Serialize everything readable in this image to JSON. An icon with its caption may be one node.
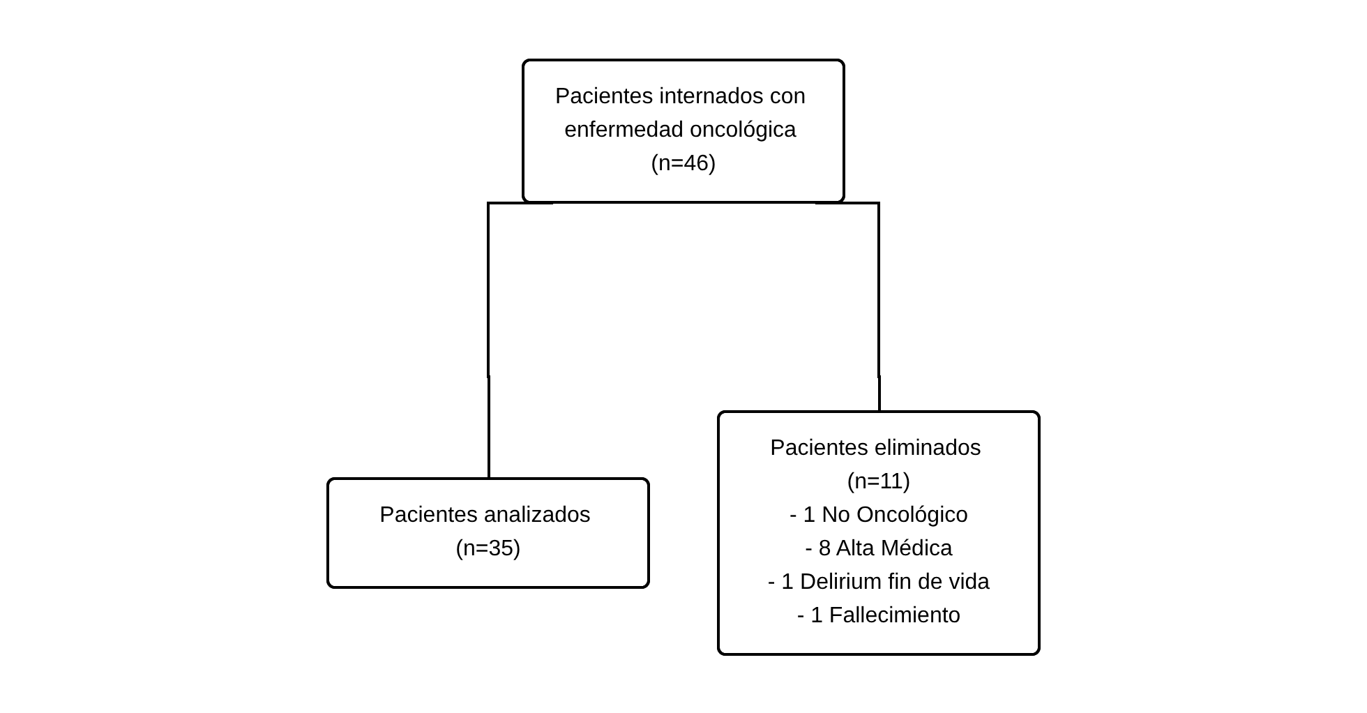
{
  "diagram": {
    "nodes": [
      {
        "text": [
          "Pacientes internados con enfermedad oncológica (n=46)"
        ]
      },
      {
        "text": [
          "Pacientes analizados (n=35)"
        ]
      },
      {
        "text": [
          "Pacientes eliminados (n=11)",
          "- 1 No Oncológico",
          "- 8 Alta Médica",
          "- 1 Delirium fin de vida",
          "- 1 Fallecimiento"
        ]
      }
    ],
    "edges": [
      {
        "from": 0,
        "to": 1,
        "arrow": "none"
      },
      {
        "from": 0,
        "to": 2,
        "arrow": "none"
      }
    ]
  }
}
